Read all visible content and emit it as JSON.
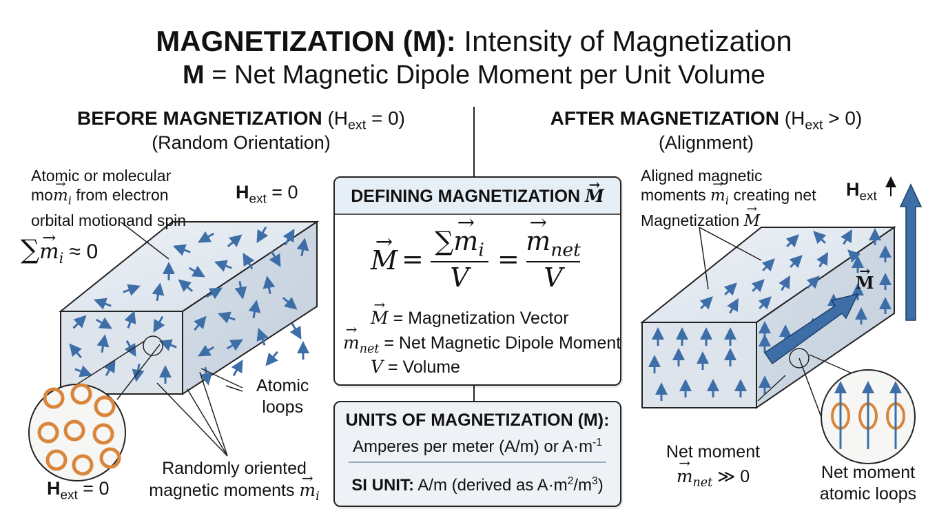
{
  "title": {
    "line1_bold": "MAGNETIZATION (M):",
    "line1_rest": "Intensity of Magnetization",
    "line2_bold": "M",
    "line2_rest": "= Net Magnetic Dipole Moment per Unit Volume"
  },
  "before": {
    "heading": "BEFORE MAGNETIZATION",
    "condition_h": "H",
    "condition_sub": "ext",
    "condition_rest": "= 0)",
    "subheading": "(Random Orientation)",
    "label_atomic_line1": "Atomic or molecular",
    "label_atomic_line2_pre": "mo",
    "label_atomic_line2_post": "from electron",
    "label_atomic_line3": "orbital motionand spin",
    "sum_expr_rest": "≈ 0",
    "hext_top_h": "H",
    "hext_top_sub": "ext",
    "hext_top_rest": "= 0",
    "hext_bottom_h": "H",
    "hext_bottom_sub": "ext",
    "hext_bottom_rest": "= 0",
    "label_loops_line1": "Atomic",
    "label_loops_line2": "loops",
    "label_random_line1": "Randomly oriented",
    "label_random_line2": "magnetic moments"
  },
  "after": {
    "heading": "AFTER MAGNETIZATION",
    "condition_h": "H",
    "condition_sub": "ext",
    "condition_rest": "> 0)",
    "subheading": "(Alignment)",
    "label_aligned_line1": "Aligned magnetic",
    "label_aligned_line2_pre": "moments",
    "label_aligned_line2_post": "creating net",
    "label_aligned_line3": "Magnetization",
    "hext_h": "H",
    "hext_sub": "ext",
    "m_label": "M",
    "label_net_line1": "Net moment",
    "label_net_rest": "≫ 0",
    "label_netloops_line1": "Net moment",
    "label_netloops_line2": "atomic loops"
  },
  "definition": {
    "heading": "DEFINING MAGNETIZATION",
    "symbol_m": "M",
    "sum_sym": "∑",
    "m_i": "m",
    "sub_i": "i",
    "m_net": "m",
    "sub_net": "net",
    "v": "V",
    "row1_text": "= Magnetization Vector",
    "row2_text": "= Net Magnetic Dipole Moment",
    "row3_text": "= Volume"
  },
  "units": {
    "heading": "UNITS OF MAGNETIZATION (M):",
    "line1": "Amperes per meter (A/m) or A·m",
    "line1_sup": "-1",
    "si_label": "SI UNIT:",
    "si_text_pre": "A/m (derived as A·m",
    "si_sup1": "2",
    "si_text_mid": "/m",
    "si_sup2": "3",
    "si_text_post": ")"
  },
  "colors": {
    "arrow_blue": "#3d6ea8",
    "block_face": "#dfe6ee",
    "loop_orange": "#d9853b",
    "header_fill": "#e6eef6"
  },
  "icons": [
    "random-moment-arrows",
    "aligned-moment-arrows",
    "current-loop-icons",
    "external-field-arrow",
    "net-magnetization-arrow"
  ]
}
